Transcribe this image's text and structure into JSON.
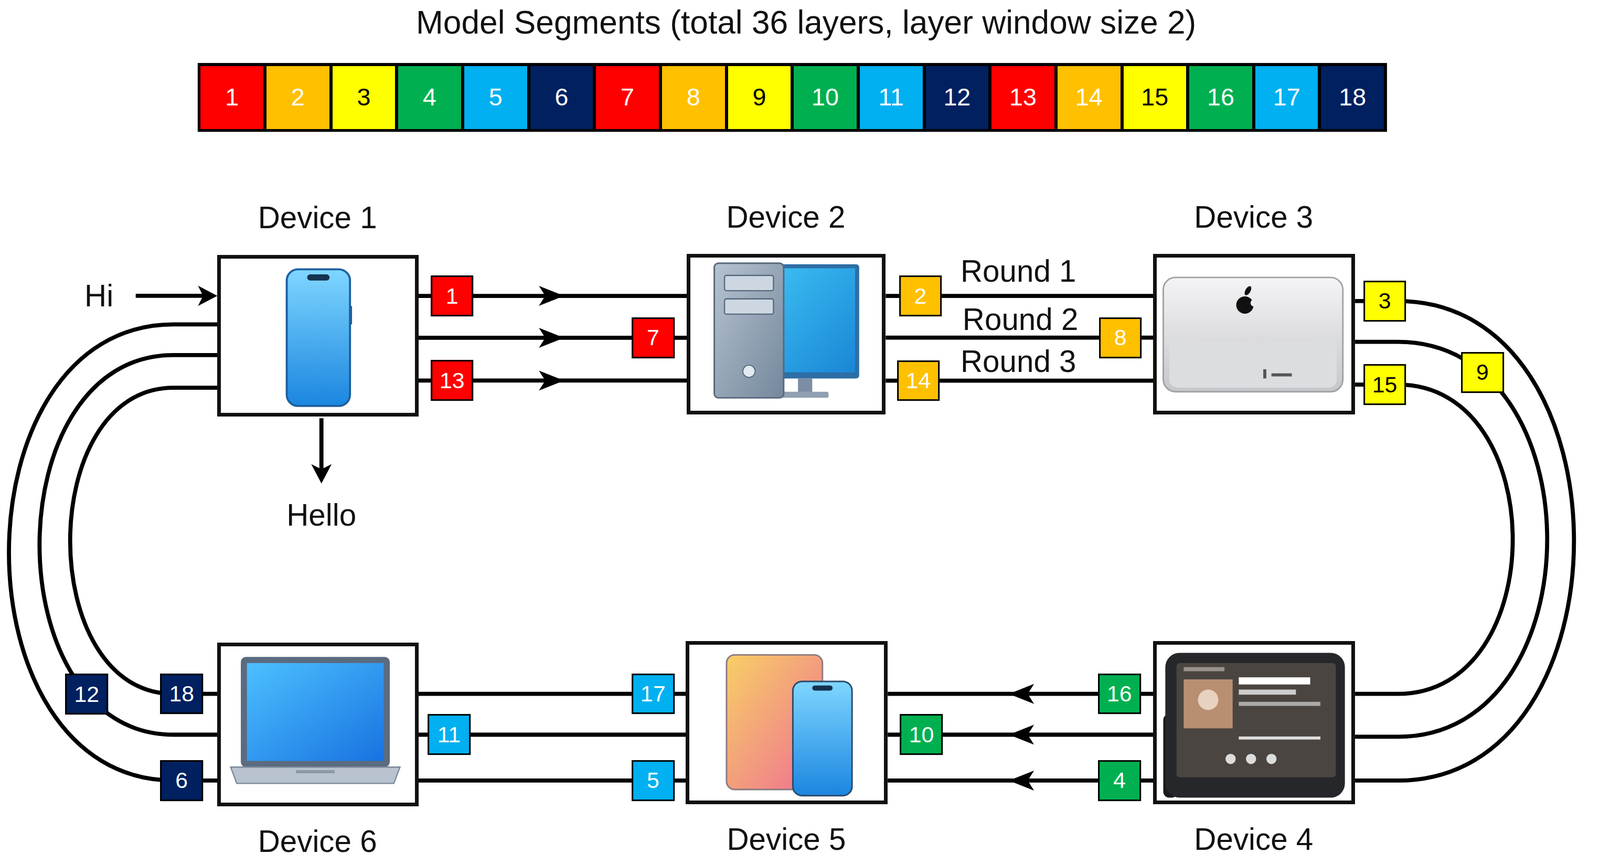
{
  "diagram": {
    "title": "Model Segments (total 36 layers, layer window size 2)",
    "nodes": [
      {
        "text": [
          "1"
        ]
      },
      {
        "text": [
          "2"
        ]
      },
      {
        "text": [
          "3"
        ]
      },
      {
        "text": [
          "4"
        ]
      },
      {
        "text": [
          "5"
        ]
      },
      {
        "text": [
          "6"
        ]
      },
      {
        "text": [
          "7"
        ]
      },
      {
        "text": [
          "8"
        ]
      },
      {
        "text": [
          "9"
        ]
      },
      {
        "text": [
          "10"
        ]
      },
      {
        "text": [
          "11"
        ]
      },
      {
        "text": [
          "12"
        ]
      },
      {
        "text": [
          "13"
        ]
      },
      {
        "text": [
          "14"
        ]
      },
      {
        "text": [
          "15"
        ]
      },
      {
        "text": [
          "16"
        ]
      },
      {
        "text": [
          "17"
        ]
      },
      {
        "text": [
          "18"
        ]
      },
      {
        "text": [
          "Device 1"
        ]
      },
      {
        "text": [
          "Device 2"
        ]
      },
      {
        "text": [
          "Device 3"
        ]
      },
      {
        "text": [
          "Device 4"
        ]
      },
      {
        "text": [
          "Device 5"
        ]
      },
      {
        "text": [
          "Device 6"
        ]
      }
    ],
    "edges": [
      {
        "from": 18,
        "to": 19,
        "label": "1",
        "arrow": "to"
      },
      {
        "from": 18,
        "to": 19,
        "label": "7",
        "arrow": "to"
      },
      {
        "from": 18,
        "to": 19,
        "label": "13",
        "arrow": "to"
      },
      {
        "from": 19,
        "to": 20,
        "label": "2",
        "arrow": "none"
      },
      {
        "from": 19,
        "to": 20,
        "label": "8",
        "arrow": "none"
      },
      {
        "from": 19,
        "to": 20,
        "label": "14",
        "arrow": "none"
      },
      {
        "from": 20,
        "to": 21,
        "label": "3",
        "arrow": "none"
      },
      {
        "from": 20,
        "to": 21,
        "label": "9",
        "arrow": "none"
      },
      {
        "from": 20,
        "to": 21,
        "label": "15",
        "arrow": "none"
      },
      {
        "from": 21,
        "to": 22,
        "label": "4",
        "arrow": "to"
      },
      {
        "from": 21,
        "to": 22,
        "label": "10",
        "arrow": "to"
      },
      {
        "from": 21,
        "to": 22,
        "label": "16",
        "arrow": "to"
      },
      {
        "from": 22,
        "to": 23,
        "label": "5",
        "arrow": "none"
      },
      {
        "from": 22,
        "to": 23,
        "label": "11",
        "arrow": "none"
      },
      {
        "from": 22,
        "to": 23,
        "label": "17",
        "arrow": "none"
      },
      {
        "from": 23,
        "to": 18,
        "label": "6",
        "arrow": "none"
      },
      {
        "from": 23,
        "to": 18,
        "label": "12",
        "arrow": "none"
      },
      {
        "from": 23,
        "to": 18,
        "label": "18",
        "arrow": "none"
      }
    ],
    "labels": [
      "Hi",
      "Hello",
      "Round 1",
      "Round 2",
      "Round 3"
    ]
  }
}
